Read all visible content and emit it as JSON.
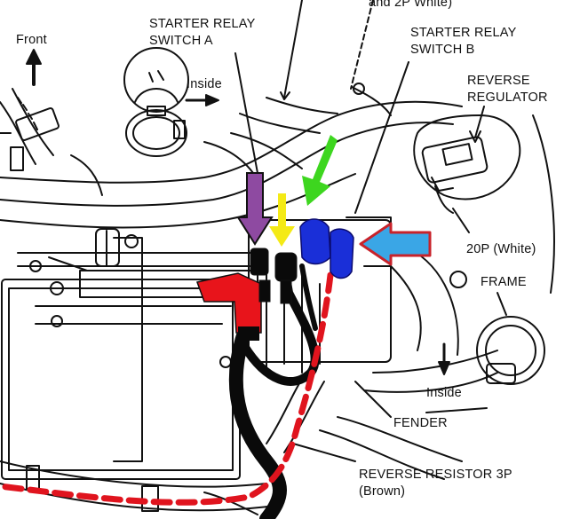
{
  "labels": {
    "top_partial": "and 2P White)",
    "front": "Front",
    "inside_top": "Inside",
    "starter_relay_a_line1": "STARTER RELAY",
    "starter_relay_a_line2": "SWITCH A",
    "starter_relay_b_line1": "STARTER RELAY",
    "starter_relay_b_line2": "SWITCH B",
    "reverse_regulator_line1": "REVERSE",
    "reverse_regulator_line2": "REGULATOR",
    "connector_20p": "20P (White)",
    "frame": "FRAME",
    "inside_bottom": "Inside",
    "fender": "FENDER",
    "reverse_resistor_line1": "REVERSE RESISTOR 3P",
    "reverse_resistor_line2": "(Brown)"
  },
  "colors": {
    "line": "#111111",
    "red_terminal": "#e8141b",
    "black_cable": "#0a0a0a",
    "red_dash": "#e0141e",
    "blue_connector": "#1a2fd8",
    "purple_arrow": "#8e4aa1",
    "yellow_arrow": "#f4ea16",
    "green_arrow": "#3dd61f",
    "blue_arrow": "#3aa6e6",
    "blue_arrow_outline": "#c8222a"
  }
}
